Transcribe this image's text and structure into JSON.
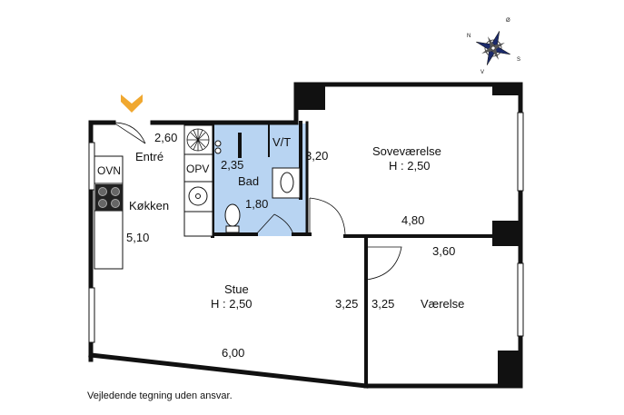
{
  "rooms": {
    "entre": {
      "name": "Entré",
      "width": "2,60"
    },
    "bad": {
      "name": "Bad",
      "width": "2,35",
      "depth": "1,80"
    },
    "vt": {
      "label": "V/T"
    },
    "soveværelse": {
      "name": "Soveværelse",
      "height": "H : 2,50",
      "depth": "3,20",
      "width": "4,80"
    },
    "koekken": {
      "name": "Køkken",
      "length": "5,10"
    },
    "stue": {
      "name": "Stue",
      "height": "H : 2,50",
      "depth": "3,25",
      "width": "6,00"
    },
    "vaerelse": {
      "name": "Værelse",
      "width": "3,60",
      "depth": "3,25"
    }
  },
  "appliances": {
    "oven": "OVN",
    "dishwasher": "OPV"
  },
  "compass": {
    "n": "N",
    "s": "S",
    "v": "V",
    "o": "Ø"
  },
  "colors": {
    "bathroom": "#b8d4f2",
    "entrance_marker": "#f0a830",
    "walls": "#111111"
  },
  "disclaimer": "Vejledende tegning uden ansvar."
}
